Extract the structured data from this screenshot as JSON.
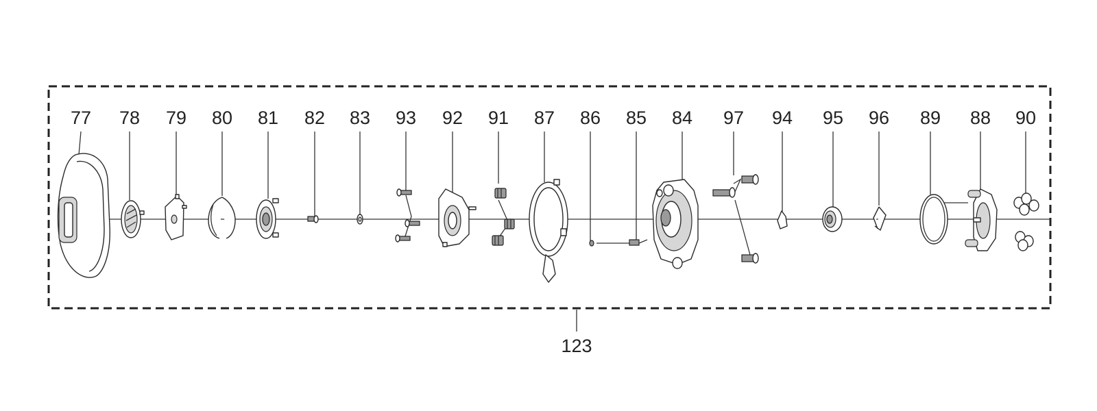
{
  "parts": [
    "77",
    "78",
    "79",
    "80",
    "81",
    "82",
    "83",
    "93",
    "92",
    "91",
    "87",
    "86",
    "85",
    "84",
    "97",
    "94",
    "95",
    "96",
    "89",
    "88",
    "90"
  ],
  "assembly": "123"
}
